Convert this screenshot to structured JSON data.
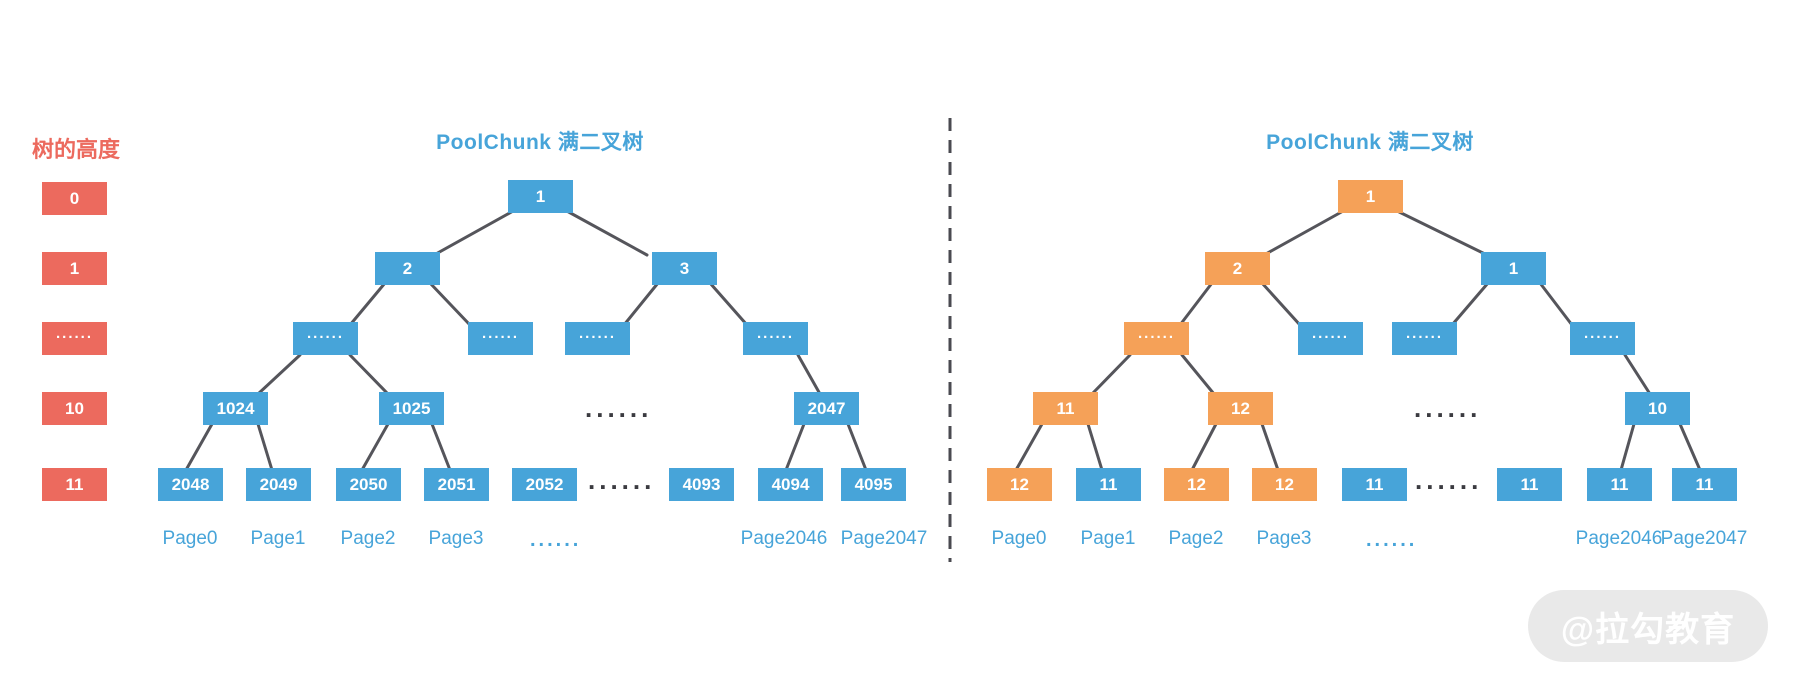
{
  "colors": {
    "node_blue": "#47a4d9",
    "node_orange": "#f5a158",
    "legend_red": "#ec6a5e",
    "edge_line": "#55555b",
    "black_dots": "#3b3b40",
    "page_text_blue": "#47a4d9",
    "watermark_bg": "#e9e9e9",
    "watermark_text": "#ffffff"
  },
  "legend": {
    "title": "树的高度",
    "items": [
      {
        "label": "0"
      },
      {
        "label": "1"
      },
      {
        "label": "......"
      },
      {
        "label": "10"
      },
      {
        "label": "11"
      }
    ]
  },
  "left_tree": {
    "title": "PoolChunk 满二叉树",
    "root": {
      "label": "1",
      "color": "blue"
    },
    "level1": [
      {
        "label": "2",
        "color": "blue"
      },
      {
        "label": "3",
        "color": "blue"
      }
    ],
    "level2": [
      {
        "label": "......",
        "color": "blue"
      },
      {
        "label": "......",
        "color": "blue"
      },
      {
        "label": "......",
        "color": "blue"
      },
      {
        "label": "......",
        "color": "blue"
      }
    ],
    "level10": [
      {
        "label": "1024",
        "color": "blue"
      },
      {
        "label": "1025",
        "color": "blue"
      },
      {
        "label": "2047",
        "color": "blue"
      }
    ],
    "level10_dots": "......",
    "level11": [
      {
        "label": "2048",
        "color": "blue"
      },
      {
        "label": "2049",
        "color": "blue"
      },
      {
        "label": "2050",
        "color": "blue"
      },
      {
        "label": "2051",
        "color": "blue"
      },
      {
        "label": "2052",
        "color": "blue"
      },
      {
        "label": "4093",
        "color": "blue"
      },
      {
        "label": "4094",
        "color": "blue"
      },
      {
        "label": "4095",
        "color": "blue"
      }
    ],
    "level11_dots": "......",
    "pages": [
      {
        "label": "Page0"
      },
      {
        "label": "Page1"
      },
      {
        "label": "Page2"
      },
      {
        "label": "Page3"
      },
      {
        "label": "Page2046"
      },
      {
        "label": "Page2047"
      }
    ],
    "pages_dots": "......"
  },
  "right_tree": {
    "title": "PoolChunk 满二叉树",
    "root": {
      "label": "1",
      "color": "orange"
    },
    "level1": [
      {
        "label": "2",
        "color": "orange"
      },
      {
        "label": "1",
        "color": "blue"
      }
    ],
    "level2": [
      {
        "label": "......",
        "color": "orange"
      },
      {
        "label": "......",
        "color": "blue"
      },
      {
        "label": "......",
        "color": "blue"
      },
      {
        "label": "......",
        "color": "blue"
      }
    ],
    "level10": [
      {
        "label": "11",
        "color": "orange"
      },
      {
        "label": "12",
        "color": "orange"
      },
      {
        "label": "10",
        "color": "blue"
      }
    ],
    "level10_dots": "......",
    "level11": [
      {
        "label": "12",
        "color": "orange"
      },
      {
        "label": "11",
        "color": "blue"
      },
      {
        "label": "12",
        "color": "orange"
      },
      {
        "label": "12",
        "color": "orange"
      },
      {
        "label": "11",
        "color": "blue"
      },
      {
        "label": "11",
        "color": "blue"
      },
      {
        "label": "11",
        "color": "blue"
      },
      {
        "label": "11",
        "color": "blue"
      }
    ],
    "level11_dots": "......",
    "pages": [
      {
        "label": "Page0"
      },
      {
        "label": "Page1"
      },
      {
        "label": "Page2"
      },
      {
        "label": "Page3"
      },
      {
        "label": "Page2046"
      },
      {
        "label": "Page2047"
      }
    ],
    "pages_dots": "......"
  },
  "watermark": {
    "text": "@拉勾教育"
  }
}
